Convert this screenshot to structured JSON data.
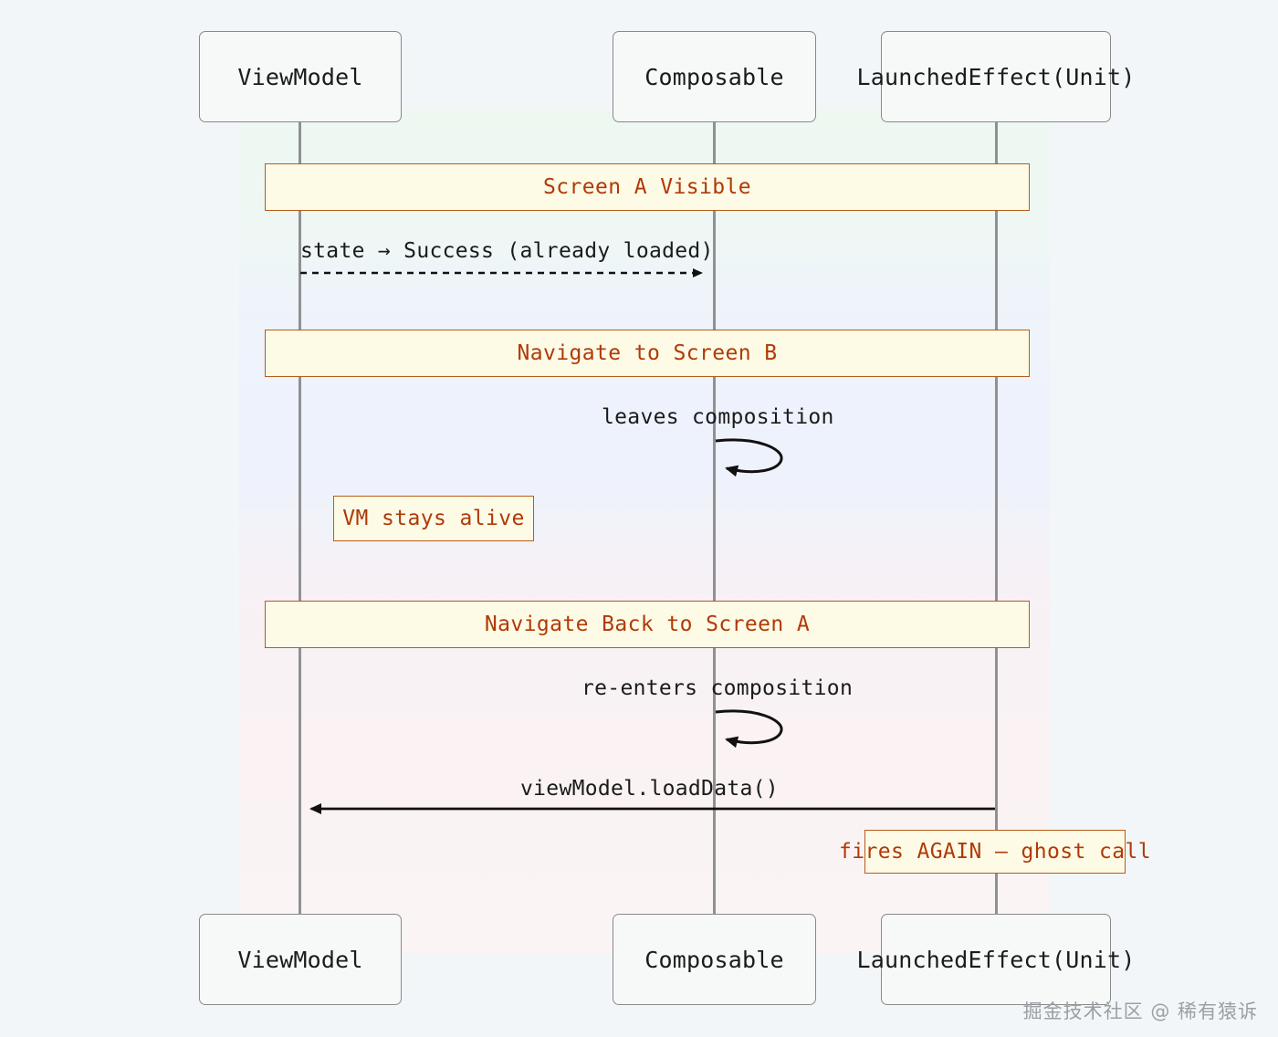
{
  "diagram": {
    "type": "sequence-diagram",
    "title": "LaunchedEffect(Unit) ghost call on back navigation",
    "background_color": "#f2f6f8",
    "note_fill": "#fdfae6",
    "note_border": "#b85c18",
    "note_text_color": "#b03a06",
    "lifeline_color": "#8f9193",
    "participant_fill": "#f7f8f8",
    "participant_border": "#8a8a8a"
  },
  "participants": [
    {
      "id": "viewmodel",
      "label": "ViewModel"
    },
    {
      "id": "composable",
      "label": "Composable"
    },
    {
      "id": "launchedeffect",
      "label": "LaunchedEffect(Unit)"
    }
  ],
  "bands": [
    {
      "id": "band-green",
      "tint": "#eef8f1"
    },
    {
      "id": "band-blue",
      "tint": "#eef3fc"
    },
    {
      "id": "band-pink",
      "tint": "#f9f2f4"
    }
  ],
  "notes": {
    "screen_a_visible": "Screen A Visible",
    "navigate_to_b": "Navigate to Screen B",
    "navigate_back_to_a": "Navigate Back to Screen A",
    "vm_stays_alive": "VM stays alive",
    "ghost_call": "fires AGAIN — ghost call"
  },
  "messages": [
    {
      "id": "state-success",
      "label": "state → Success (already loaded)",
      "from": "viewmodel",
      "to": "composable",
      "style": "dashed",
      "direction": "right"
    },
    {
      "id": "leaves-composition",
      "label": "leaves composition",
      "from": "composable",
      "to": "composable",
      "style": "solid",
      "direction": "self"
    },
    {
      "id": "re-enters-composition",
      "label": "re-enters composition",
      "from": "composable",
      "to": "composable",
      "style": "solid",
      "direction": "self"
    },
    {
      "id": "load-data",
      "label": "viewModel.loadData()",
      "from": "launchedeffect",
      "to": "viewmodel",
      "style": "solid",
      "direction": "left"
    }
  ],
  "watermark": "掘金技术社区 @ 稀有猿诉"
}
